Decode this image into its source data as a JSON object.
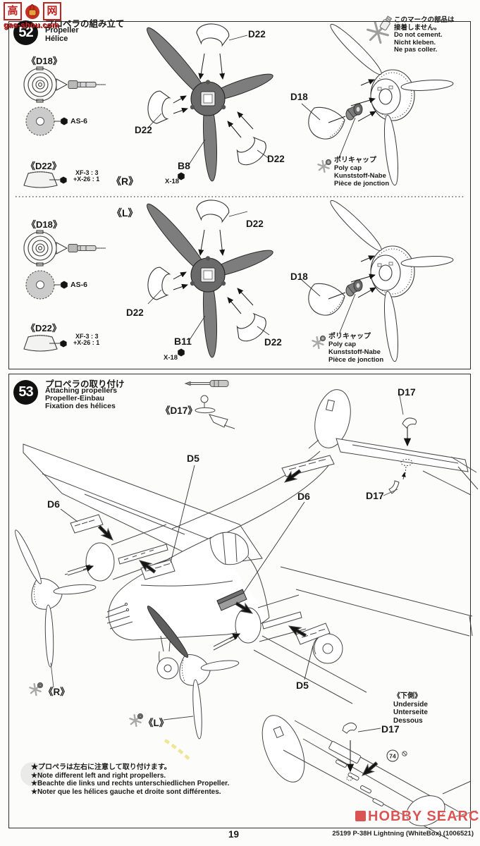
{
  "logo": {
    "char_left": "高",
    "char_right": "网",
    "site": "gao-shou.com"
  },
  "watermark": {
    "hobby_search": "HOBBY SEARCH"
  },
  "page": {
    "number": "19",
    "footer": "25199 P-38H Lightning (WhiteBox) (1006521)"
  },
  "step52": {
    "badge": "52",
    "title_ja": "プロペラの組み立て",
    "title_en": "Propeller",
    "title_fr": "Hélice",
    "no_cement": {
      "ja1": "このマークの部品は",
      "ja2": "接着しません。",
      "en": "Do not cement.",
      "de": "Nicht kleben.",
      "fr": "Ne pas coller."
    },
    "polycap": {
      "ja": "ポリキャップ",
      "en": "Poly cap",
      "de": "Kunststoff-Nabe",
      "fr": "Pièce de jonction"
    },
    "r": {
      "side": "《R》",
      "d18_col": "《D18》",
      "as6": "AS-6",
      "d22_col": "《D22》",
      "paint_a": "XF-3 : 3",
      "paint_b": "+X-26 : 1",
      "cuff_top": "D22",
      "cuff_left": "D22",
      "cuff_bottom": "D22",
      "blade": "B8",
      "blade_paint": "X-18",
      "spinner": "D18"
    },
    "l": {
      "side": "《L》",
      "d18_col": "《D18》",
      "as6": "AS-6",
      "d22_col": "《D22》",
      "paint_a": "XF-3 : 3",
      "paint_b": "+X-26 : 1",
      "cuff_top": "D22",
      "cuff_left": "D22",
      "cuff_bottom": "D22",
      "blade": "B11",
      "blade_paint": "X-18",
      "spinner": "D18"
    }
  },
  "step53": {
    "badge": "53",
    "title_ja": "プロペラの取り付け",
    "title_en": "Attaching propellers",
    "title_de": "Propeller-Einbau",
    "title_fr": "Fixation des hélices",
    "d17_part": "《D17》",
    "d17_top": "D17",
    "d17_mid": "D17",
    "d17_bottom": "D17",
    "d5_top": "D5",
    "d5_bottom": "D5",
    "d6_left": "D6",
    "d6_right": "D6",
    "side_r": "《R》",
    "side_l": "《L》",
    "decal": "74",
    "underside": {
      "ja": "《下側》",
      "en": "Underside",
      "de": "Unterseite",
      "fr": "Dessous"
    },
    "notes": {
      "ja": "★プロペラは左右に注意して取り付けます。",
      "en": "★Note different left and right propellers.",
      "de": "★Beachte die links und rechts unterschiedlichen Propeller.",
      "fr": "★Noter que les hélices gauche et droite sont différentes."
    }
  }
}
